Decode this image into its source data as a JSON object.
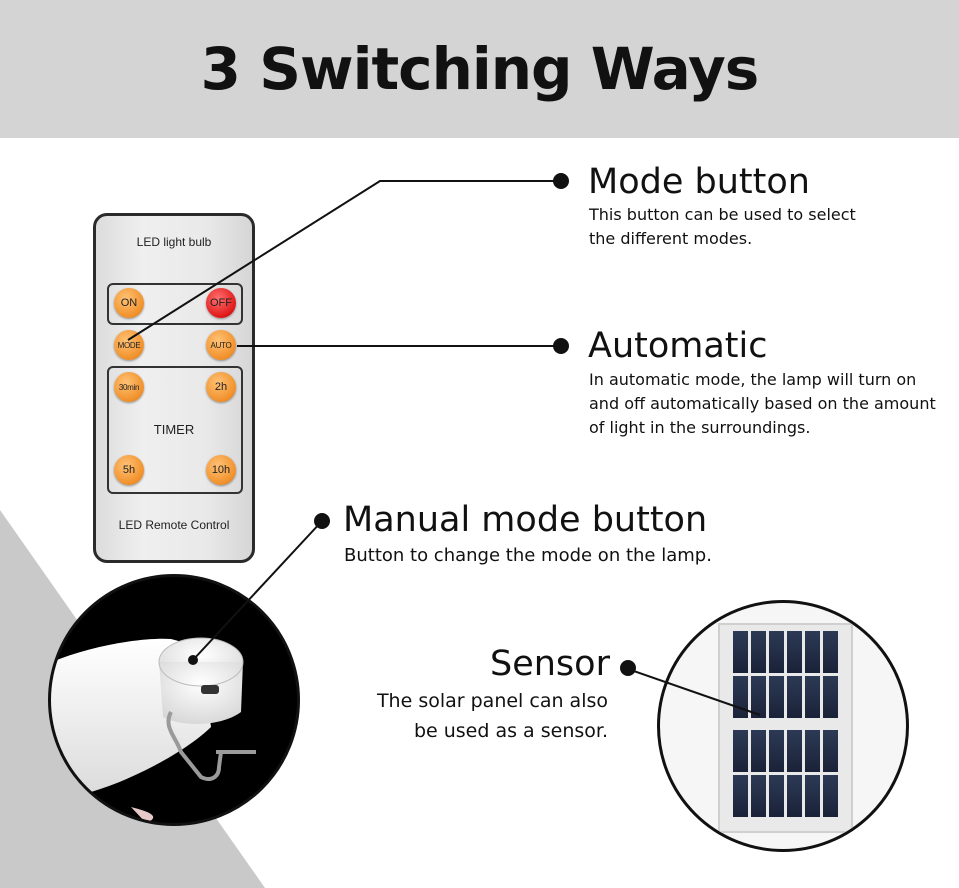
{
  "page": {
    "title": "3 Switching Ways",
    "colors": {
      "banner_bg": "#d4d4d4",
      "orange_button": "#f0902a",
      "red_button": "#e01818",
      "text": "#111111"
    }
  },
  "remote": {
    "header": "LED light bulb",
    "footer": "LED Remote Control",
    "buttons": {
      "on": "ON",
      "off": "OFF",
      "mode": "MODE",
      "auto": "AUTO",
      "t30": "30min",
      "t2": "2h",
      "timer": "TIMER",
      "t5": "5h",
      "t10": "10h"
    }
  },
  "features": {
    "mode_button": {
      "title": "Mode button",
      "desc_line1": "This button can be used to select",
      "desc_line2": "the different modes."
    },
    "automatic": {
      "title": "Automatic",
      "desc_line1": "In automatic mode, the lamp will turn on",
      "desc_line2": "and off automatically based on the amount",
      "desc_line3": "of light in the surroundings."
    },
    "manual": {
      "title": "Manual mode button",
      "desc_line1": "Button to change the mode on the lamp."
    },
    "sensor": {
      "title": "Sensor",
      "desc_line1": "The solar panel can also",
      "desc_line2": "be used as a sensor."
    }
  },
  "icons": {
    "bulb": "lamp-bulb-icon",
    "solar": "solar-panel-icon"
  }
}
